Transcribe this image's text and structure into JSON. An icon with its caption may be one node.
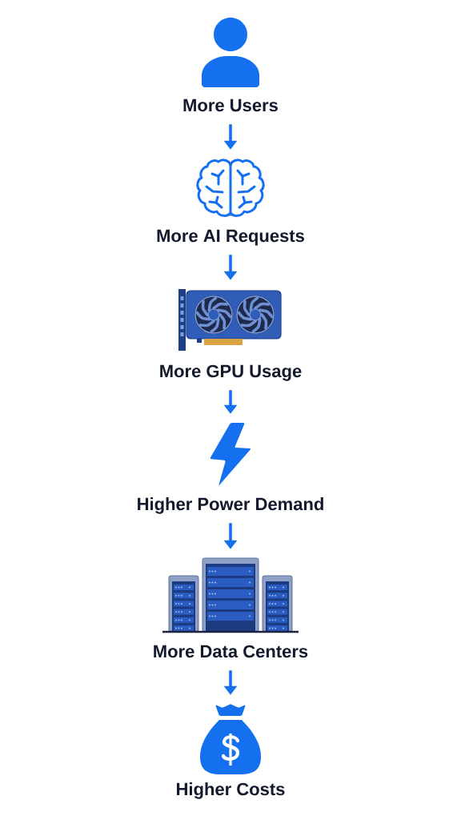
{
  "diagram": {
    "nodes": [
      {
        "text": [
          "More Users"
        ]
      },
      {
        "text": [
          "More AI Requests"
        ]
      },
      {
        "text": [
          "More GPU Usage"
        ]
      },
      {
        "text": [
          "Higher Power Demand"
        ]
      },
      {
        "text": [
          "More Data Centers"
        ]
      },
      {
        "text": [
          "Higher Costs"
        ]
      }
    ],
    "edges": [
      {
        "from": 0,
        "to": 1,
        "arrow": "to"
      },
      {
        "from": 1,
        "to": 2,
        "arrow": "to"
      },
      {
        "from": 2,
        "to": 3,
        "arrow": "to"
      },
      {
        "from": 3,
        "to": 4,
        "arrow": "to"
      },
      {
        "from": 4,
        "to": 5,
        "arrow": "to"
      }
    ]
  }
}
